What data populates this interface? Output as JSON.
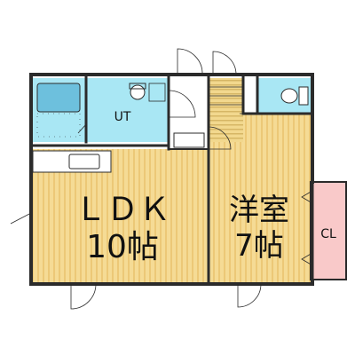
{
  "rooms": {
    "ldk": {
      "name": "ＬＤＫ",
      "size": "10帖"
    },
    "western": {
      "name": "洋室",
      "size": "7帖"
    },
    "utility": {
      "name": "UT"
    },
    "closet": {
      "name": "CL"
    }
  },
  "colors": {
    "floor": "#f5db95",
    "floor_stripe": "#ebc872",
    "wet_area": "#a9e7f4",
    "closet": "#f9c9c9",
    "wall": "#2b2b2b",
    "fixture": "#5fb7d8"
  }
}
